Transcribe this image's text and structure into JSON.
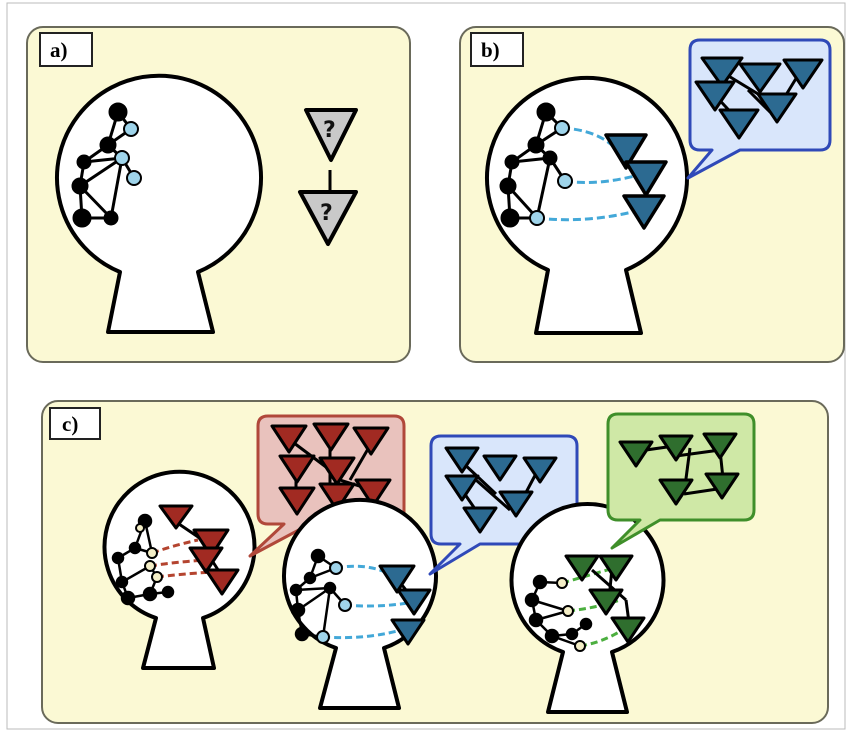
{
  "panels": {
    "a": {
      "label": "a)"
    },
    "b": {
      "label": "b)"
    },
    "c": {
      "label": "c)"
    }
  },
  "question_marks": [
    "?",
    "?"
  ],
  "colors": {
    "panel_bg": "#fbf9d4",
    "panel_border": "#6a6a5a",
    "head_fill": "#ffffff",
    "ink": "#111111",
    "node_light_blue": "#9fd4ea",
    "node_cream": "#f4eec6",
    "unknown_concept": "#c9c9c9",
    "bubble_red": "#e9c2bd",
    "bubble_red_border": "#b0483a",
    "bubble_blue": "#d9e6fb",
    "bubble_blue_border": "#2f49b8",
    "bubble_green": "#cfe8a6",
    "bubble_green_border": "#3f8f2a",
    "tri_red": "#a12a22",
    "tri_blue": "#2c6a91",
    "tri_green": "#2f6e2e",
    "link_blue": "#43a8d8",
    "link_red": "#b4442f",
    "link_green": "#4caf3f"
  },
  "icons": [
    "head-icon",
    "neural-network-icon",
    "concept-triangle-icon",
    "speech-bubble-icon"
  ]
}
